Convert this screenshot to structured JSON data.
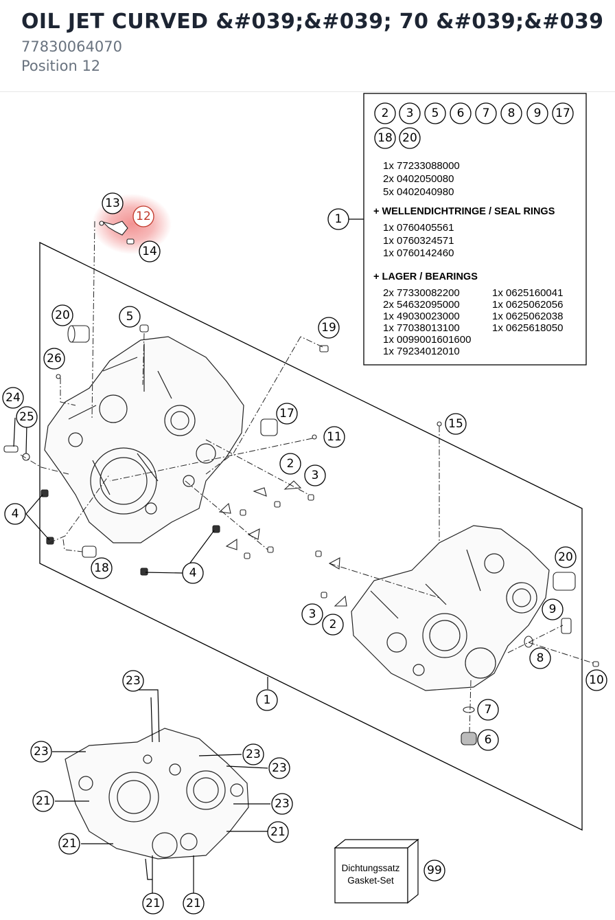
{
  "header": {
    "title": "OIL JET CURVED &#039;&#039; 70 &#039;&#039",
    "part_number": "77830064070",
    "position": "Position 12"
  },
  "highlight_color": "#f08080",
  "callouts": {
    "c1a": "1",
    "c1b": "1",
    "c2a": "2",
    "c2b": "2",
    "c3a": "3",
    "c3b": "3",
    "c4a": "4",
    "c4b": "4",
    "c5": "5",
    "c6": "6",
    "c7": "7",
    "c8": "8",
    "c9": "9",
    "c10": "10",
    "c11": "11",
    "c12": "12",
    "c13": "13",
    "c14": "14",
    "c15": "15",
    "c17": "17",
    "c18": "18",
    "c19": "19",
    "c20a": "20",
    "c20b": "20",
    "c21a": "21",
    "c21b": "21",
    "c21c": "21",
    "c21d": "21",
    "c21e": "21",
    "c23a": "23",
    "c23b": "23",
    "c23c": "23",
    "c23d": "23",
    "c23e": "23",
    "c24": "24",
    "c25": "25",
    "c26": "26",
    "c99": "99"
  },
  "kit_box": {
    "included_refs": [
      "2",
      "3",
      "5",
      "6",
      "7",
      "8",
      "9",
      "17",
      "18",
      "20"
    ],
    "hardware": [
      "1x 77233088000",
      "2x 0402050080",
      "5x 0402040980"
    ],
    "seal_heading": "+ WELLENDICHTRINGE / SEAL RINGS",
    "seals": [
      "1x 0760405561",
      "1x 0760324571",
      "1x 0760142460"
    ],
    "bearing_heading": "+ LAGER / BEARINGS",
    "bearings_left": [
      "2x 77330082200",
      "2x 54632095000",
      "1x 49030023000",
      "1x 77038013100",
      "1x 0099001601600",
      "1x 79234012010"
    ],
    "bearings_right": [
      "1x 0625160041",
      "1x 0625062056",
      "1x 0625062038",
      "1x 0625618050"
    ]
  },
  "gasket_set": {
    "line1": "Dichtungssatz",
    "line2": "Gasket-Set"
  }
}
